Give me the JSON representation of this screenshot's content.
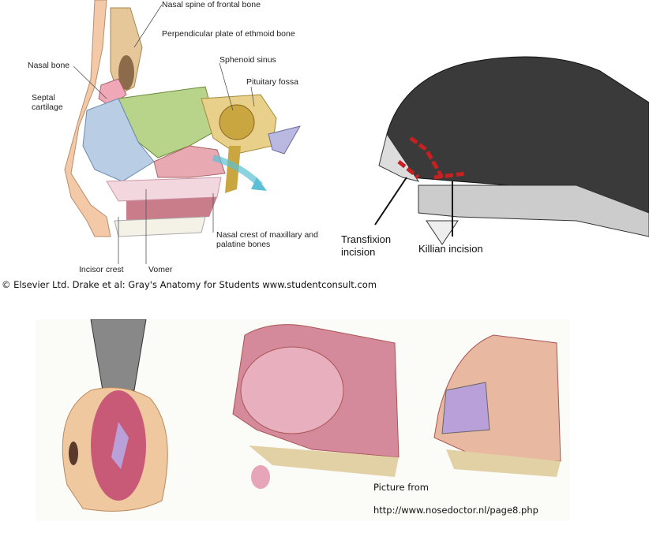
{
  "anatomy_diagram": {
    "labels": {
      "nasal_spine": "Nasal spine of frontal bone",
      "perpendicular_plate": "Perpendicular plate of ethmoid bone",
      "sphenoid_sinus": "Sphenoid sinus",
      "pituitary_fossa": "Pituitary fossa",
      "nasal_bone": "Nasal bone",
      "septal_cartilage": "Septal cartilage",
      "nasal_crest": "Nasal crest of maxillary and palatine bones",
      "incisor_crest": "Incisor crest",
      "vomer": "Vomer"
    }
  },
  "caption": "© Elsevier Ltd. Drake et al: Gray's Anatomy for Students www.studentconsult.com",
  "incision_sketch": {
    "labels": {
      "transfixion": "Transfixion incision",
      "killian": "Killian incision"
    }
  },
  "surgery_panel": {
    "source_label": "Picture from",
    "source_url": "http://www.nosedoctor.nl/page8.php"
  }
}
